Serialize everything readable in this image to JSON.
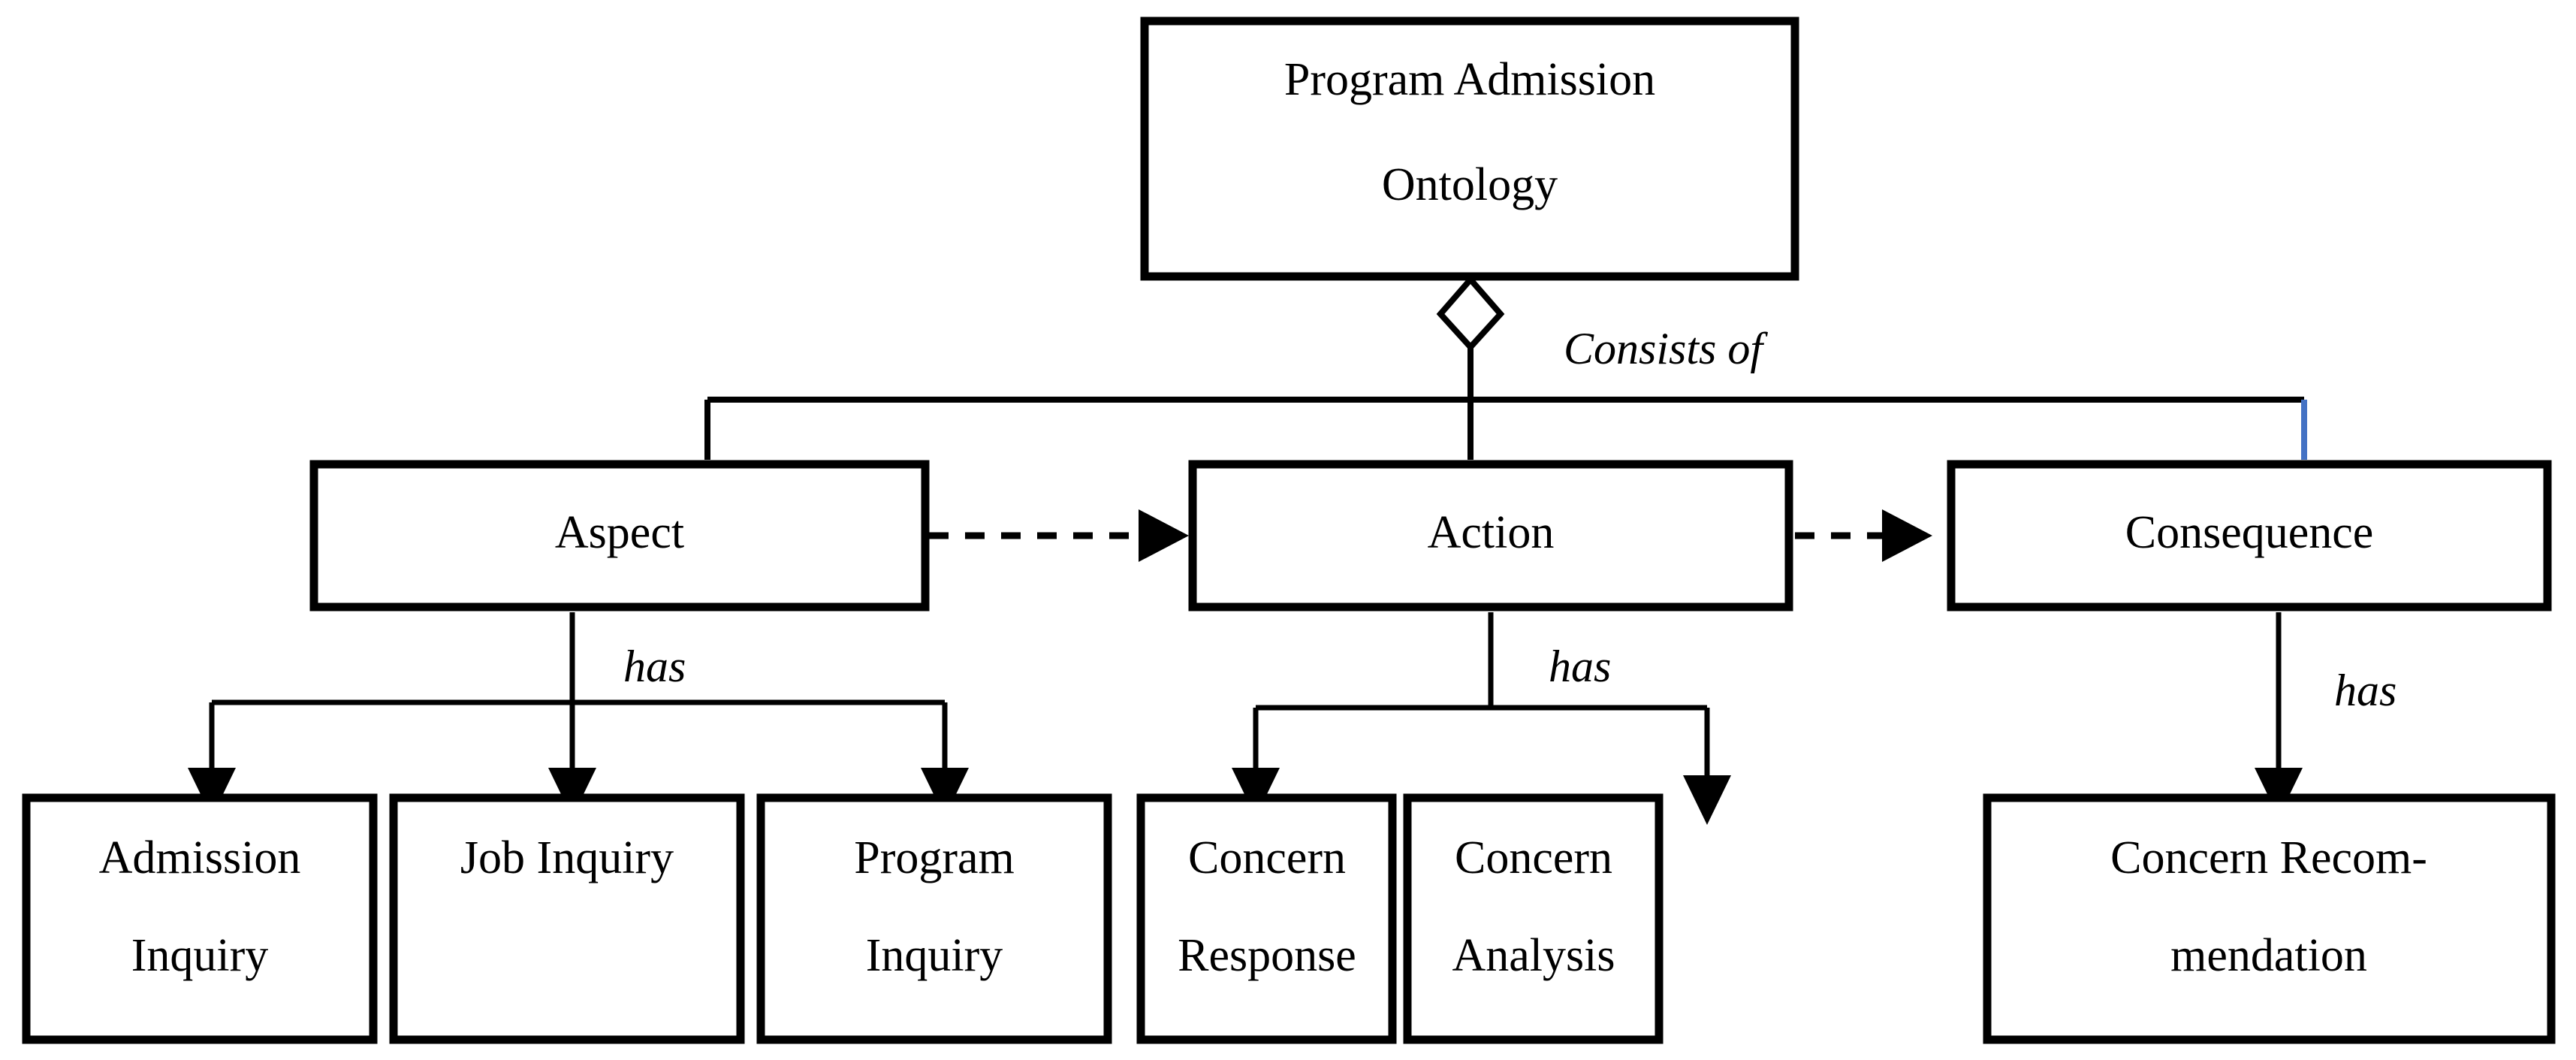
{
  "diagram": {
    "title": "Program Admission Ontology",
    "type": "ontology-hierarchy",
    "colors": {
      "stroke": "#000000",
      "fill": "#ffffff",
      "accent_blue": "#4472C4"
    },
    "root": {
      "id": "program-admission-ontology",
      "label_line1": "Program Admission",
      "label_line2": "Ontology"
    },
    "relations": {
      "consists_of": "Consists of",
      "has_aspect": "has",
      "has_action": "has",
      "has_consequence": "has"
    },
    "level2": [
      {
        "id": "aspect",
        "label": "Aspect"
      },
      {
        "id": "action",
        "label": "Action"
      },
      {
        "id": "consequence",
        "label": "Consequence"
      }
    ],
    "level3": [
      {
        "id": "admission-inquiry",
        "parent": "aspect",
        "line1": "Admission",
        "line2": "Inquiry"
      },
      {
        "id": "job-inquiry",
        "parent": "aspect",
        "line1": "Job Inquiry",
        "line2": ""
      },
      {
        "id": "program-inquiry",
        "parent": "aspect",
        "line1": "Program",
        "line2": "Inquiry"
      },
      {
        "id": "concern-response",
        "parent": "action",
        "line1": "Concern",
        "line2": "Response"
      },
      {
        "id": "concern-analysis",
        "parent": "action",
        "line1": "Concern",
        "line2": "Analysis"
      },
      {
        "id": "concern-recommendation",
        "parent": "consequence",
        "line1": "Concern Recom-",
        "line2": "mendation"
      }
    ]
  }
}
